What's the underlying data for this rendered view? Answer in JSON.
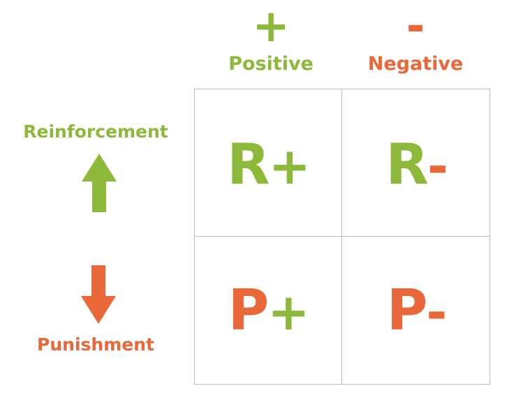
{
  "columns": [
    {
      "sign": "+",
      "label": "Positive",
      "color": "#8cb93a"
    },
    {
      "sign": "-",
      "label": "Negative",
      "color": "#ea673a"
    }
  ],
  "rows": [
    {
      "label": "Reinforcement",
      "color": "#8cb93a",
      "arrow": "up-arrow-icon"
    },
    {
      "label": "Punishment",
      "color": "#ea673a",
      "arrow": "down-arrow-icon"
    }
  ],
  "cells": [
    {
      "letter": "R",
      "sign": "+",
      "letter_color": "#8cb93a",
      "sign_color": "#8cb93a"
    },
    {
      "letter": "R",
      "sign": "-",
      "letter_color": "#8cb93a",
      "sign_color": "#ea673a"
    },
    {
      "letter": "P",
      "sign": "+",
      "letter_color": "#ea673a",
      "sign_color": "#8cb93a"
    },
    {
      "letter": "P",
      "sign": "-",
      "letter_color": "#ea673a",
      "sign_color": "#ea673a"
    }
  ],
  "colors": {
    "green": "#8cb93a",
    "orange": "#ea673a",
    "grid_line": "#b9b9b9"
  }
}
